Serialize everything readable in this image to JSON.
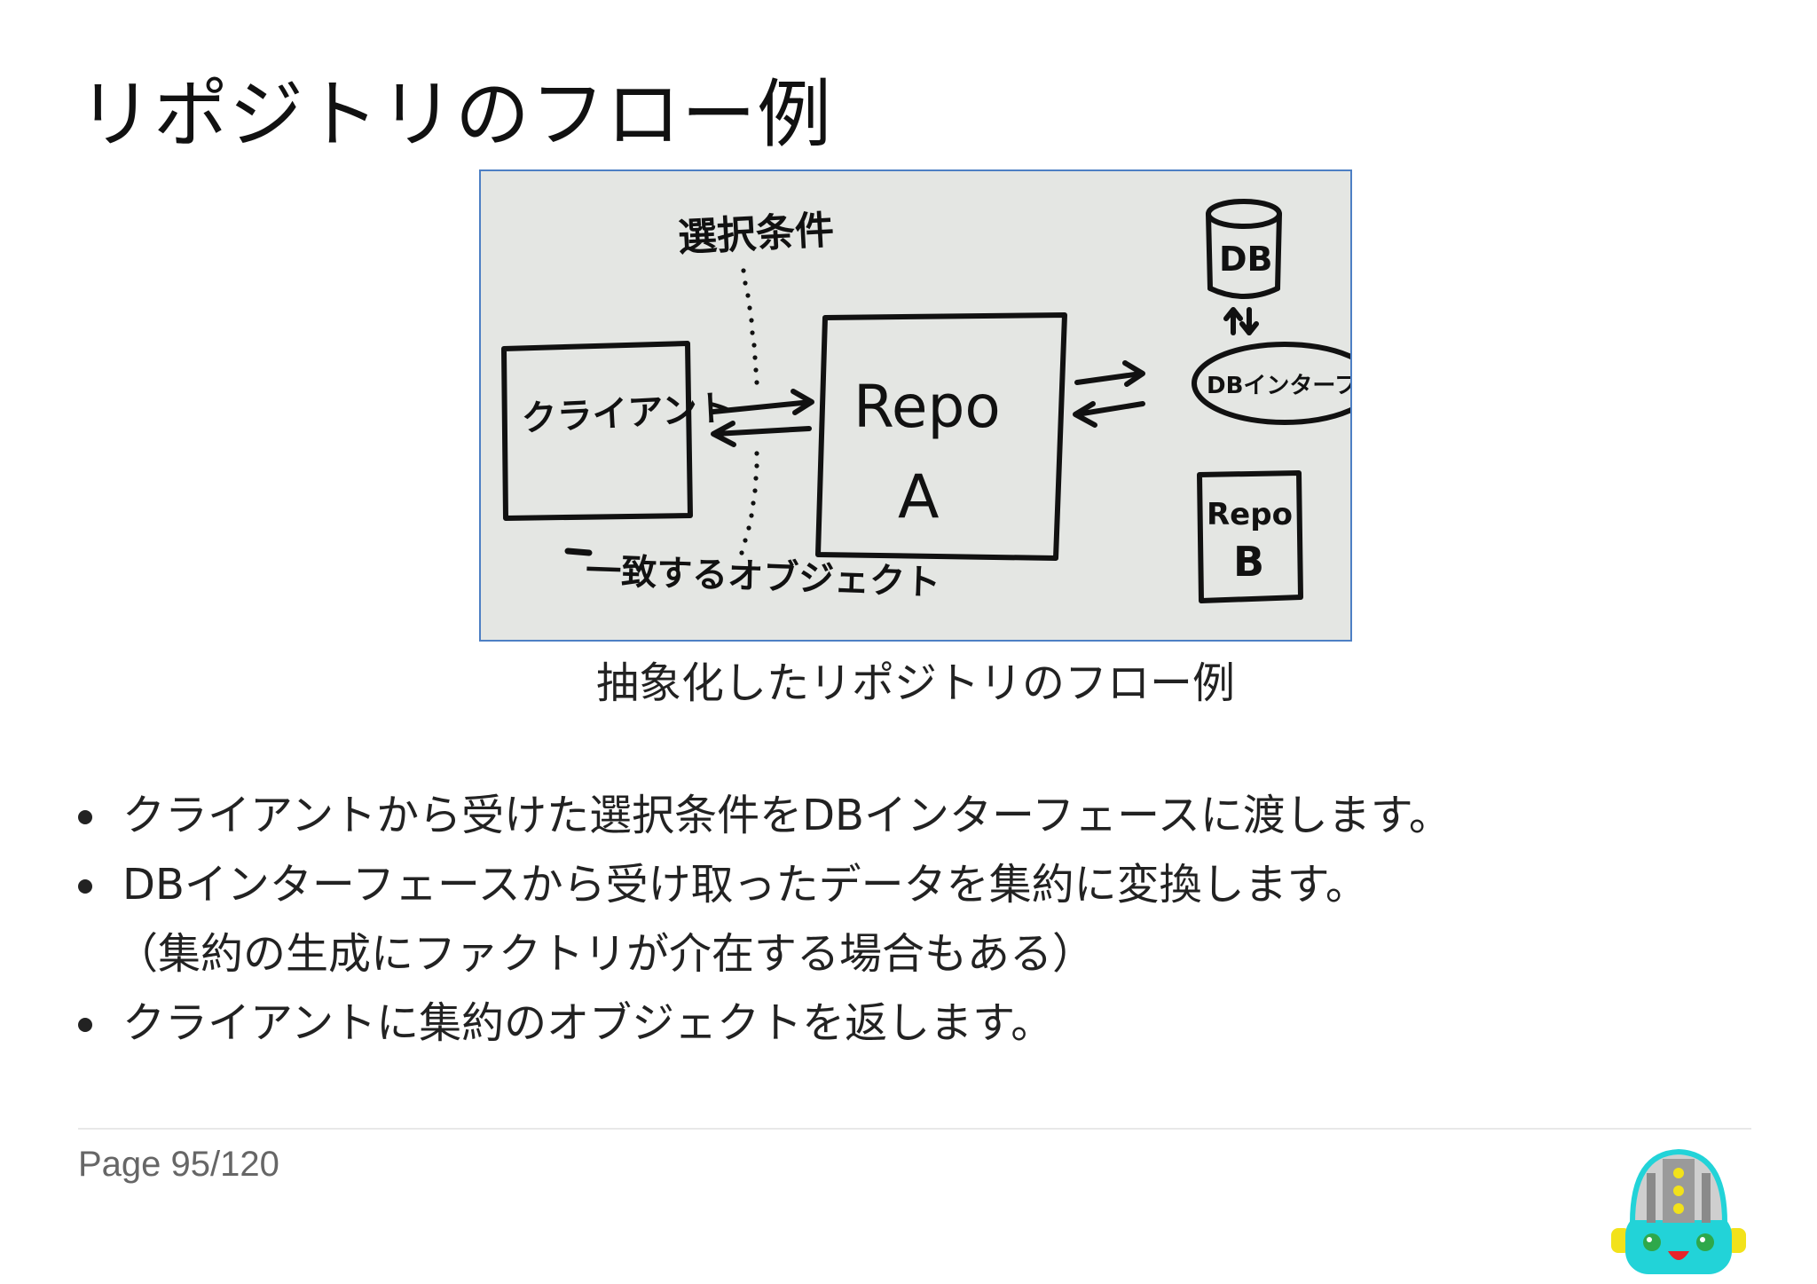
{
  "slide": {
    "title": "リポジトリのフロー例"
  },
  "figure": {
    "labels": {
      "condition": "選択条件",
      "match": "一致するオブジェクト",
      "client": "クライアント",
      "repo_a_line1": "Repo",
      "repo_a_line2": "A",
      "db": "DB",
      "db_interface": "DBインターフェース",
      "repo_b_line1": "Repo",
      "repo_b_line2": "B"
    },
    "caption": "抽象化したリポジトリのフロー例",
    "colors": {
      "border": "#4d7fc4",
      "background": "#e4e6e3",
      "ink": "#111111"
    }
  },
  "bullets": [
    {
      "text": "クライアントから受けた選択条件をDBインターフェースに渡します。"
    },
    {
      "text": "DBインターフェースから受け取ったデータを集約に変換します。",
      "note": "（集約の生成にファクトリが介在する場合もある）"
    },
    {
      "text": "クライアントに集約のオブジェクトを返します。"
    }
  ],
  "footer": {
    "page": "Page 95/120"
  },
  "mascot": {
    "icon": "robot-mascot-icon",
    "colors": {
      "body": "#22d3d8",
      "dome": "#d8d8d8",
      "ears": "#f2e21a",
      "mouth": "#e8242a"
    }
  }
}
